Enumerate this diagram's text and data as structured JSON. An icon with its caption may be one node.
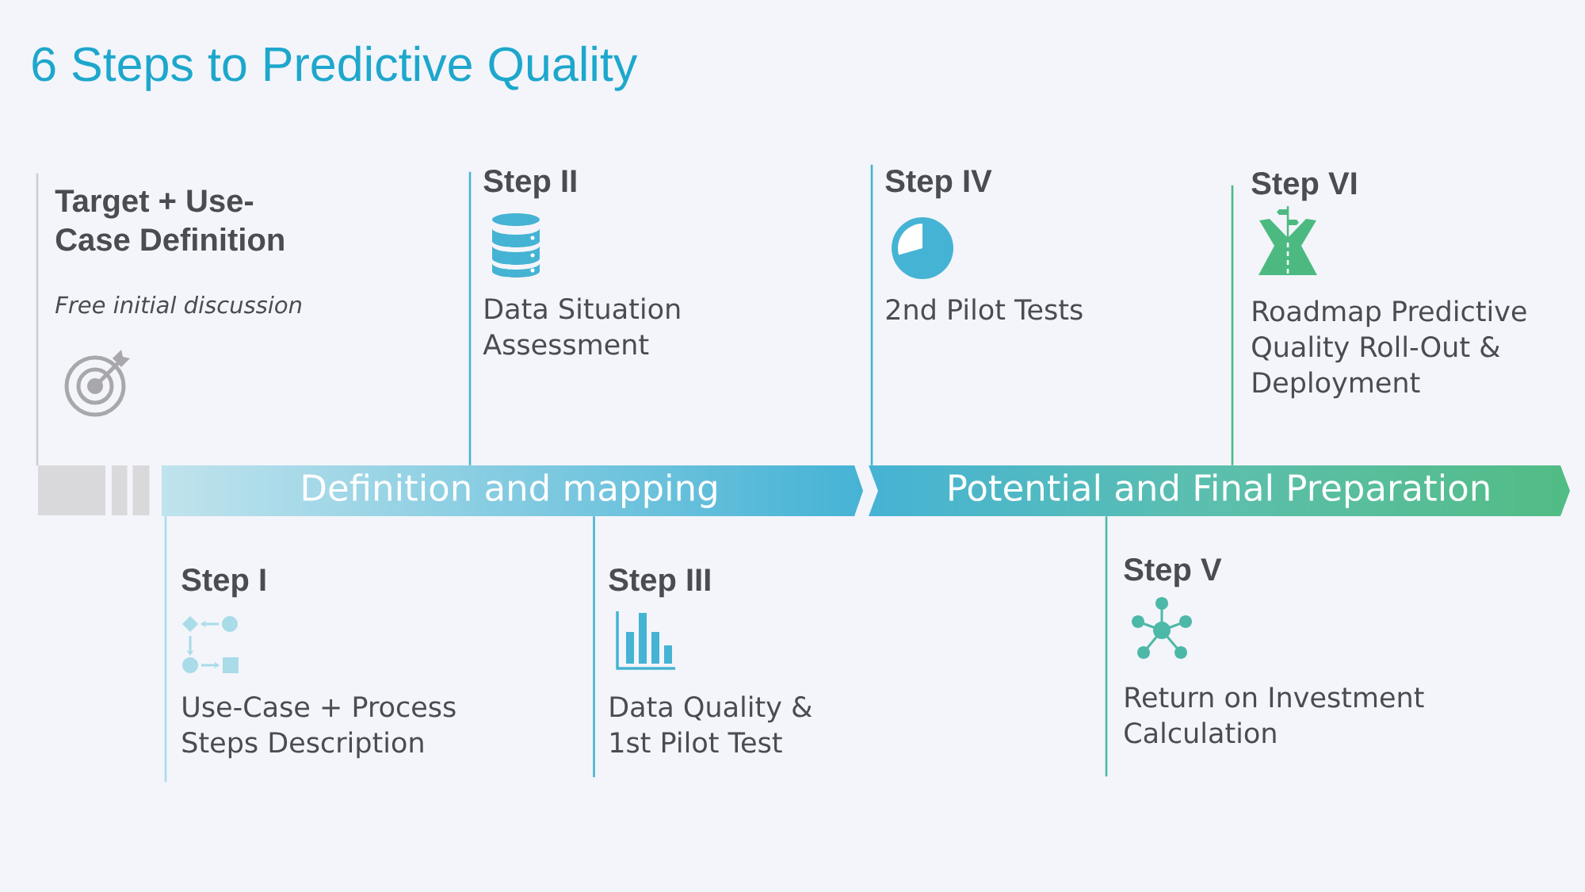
{
  "diagram": {
    "title": "6 Steps to Predictive Quality",
    "nodes": [
      {
        "text": [
          "Target + Use-Case Definition",
          "Free initial discussion"
        ]
      },
      {
        "text": [
          "Step II",
          "Data Situation Assessment"
        ]
      },
      {
        "text": [
          "Step IV",
          "2nd Pilot Tests"
        ]
      },
      {
        "text": [
          "Step VI",
          "Roadmap Predictive Quality Roll-Out & Deployment"
        ]
      },
      {
        "text": [],
        "shape": "box"
      },
      {
        "text": [],
        "shape": "box"
      },
      {
        "text": [],
        "shape": "box"
      },
      {
        "text": [
          "Definition and mapping"
        ]
      },
      {
        "text": [
          "Potential and Final Preparation"
        ]
      },
      {
        "text": [
          "Step I",
          "Use-Case + Process Steps Description"
        ]
      },
      {
        "text": [
          "Step III",
          "Data Quality & 1st Pilot Test"
        ]
      },
      {
        "text": [
          "Step V",
          "Return on Investment Calculation"
        ]
      }
    ],
    "edges": [
      {
        "from": 0,
        "to": 4,
        "arrow": "none",
        "color": "#cdcdd1"
      },
      {
        "from": 1,
        "to": 7,
        "arrow": "none"
      },
      {
        "from": 2,
        "to": 8,
        "arrow": "none"
      },
      {
        "from": 3,
        "to": 8,
        "arrow": "none",
        "color": "#4cba80"
      },
      {
        "from": 9,
        "to": 7,
        "arrow": "none",
        "color": "#a9dbe9"
      },
      {
        "from": 10,
        "to": 7,
        "arrow": "none"
      },
      {
        "from": 11,
        "to": 8,
        "arrow": "none",
        "color": "#4db8a8"
      }
    ]
  }
}
